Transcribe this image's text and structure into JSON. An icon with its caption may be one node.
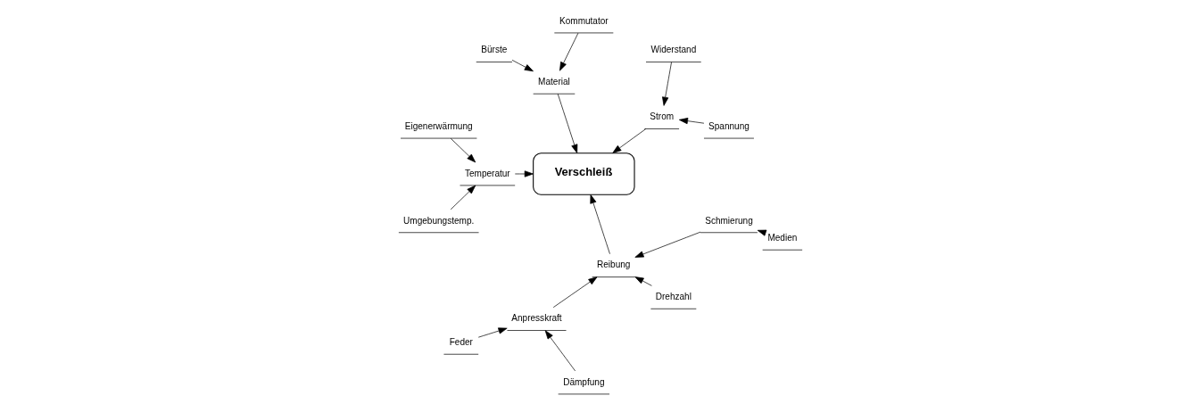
{
  "diagram": {
    "nodes": [
      {
        "text": [
          "Verschleiß"
        ]
      },
      {
        "text": [
          "Strom"
        ]
      },
      {
        "text": [
          "Spannung"
        ]
      },
      {
        "text": [
          "Widerstand"
        ]
      },
      {
        "text": [
          "Material"
        ]
      },
      {
        "text": [
          "Kommutator"
        ]
      },
      {
        "text": [
          "Bürste"
        ]
      },
      {
        "text": [
          "Temperatur"
        ]
      },
      {
        "text": [
          "Eigenerwärmung"
        ]
      },
      {
        "text": [
          "Umgebungstemp."
        ]
      },
      {
        "text": [
          "Reibung"
        ]
      },
      {
        "text": [
          "Anpresskraft"
        ]
      },
      {
        "text": [
          "Feder"
        ]
      },
      {
        "text": [
          "Dämpfung"
        ]
      },
      {
        "text": [
          "Drehzahl"
        ]
      },
      {
        "text": [
          "Schmierung"
        ]
      },
      {
        "text": [
          "Medien"
        ]
      }
    ],
    "edges": [
      {
        "from": 2,
        "to": 1,
        "arrow": "to"
      },
      {
        "from": 3,
        "to": 1,
        "arrow": "to"
      },
      {
        "from": 1,
        "to": 0,
        "arrow": "to"
      },
      {
        "from": 5,
        "to": 4,
        "arrow": "to"
      },
      {
        "from": 6,
        "to": 4,
        "arrow": "to"
      },
      {
        "from": 4,
        "to": 0,
        "arrow": "to"
      },
      {
        "from": 8,
        "to": 7,
        "arrow": "to"
      },
      {
        "from": 9,
        "to": 7,
        "arrow": "to"
      },
      {
        "from": 7,
        "to": 0,
        "arrow": "to"
      },
      {
        "from": 12,
        "to": 11,
        "arrow": "to"
      },
      {
        "from": 13,
        "to": 11,
        "arrow": "to"
      },
      {
        "from": 11,
        "to": 10,
        "arrow": "to"
      },
      {
        "from": 14,
        "to": 10,
        "arrow": "to"
      },
      {
        "from": 16,
        "to": 15,
        "arrow": "to"
      },
      {
        "from": 15,
        "to": 10,
        "arrow": "to"
      },
      {
        "from": 10,
        "to": 0,
        "arrow": "to"
      }
    ]
  }
}
